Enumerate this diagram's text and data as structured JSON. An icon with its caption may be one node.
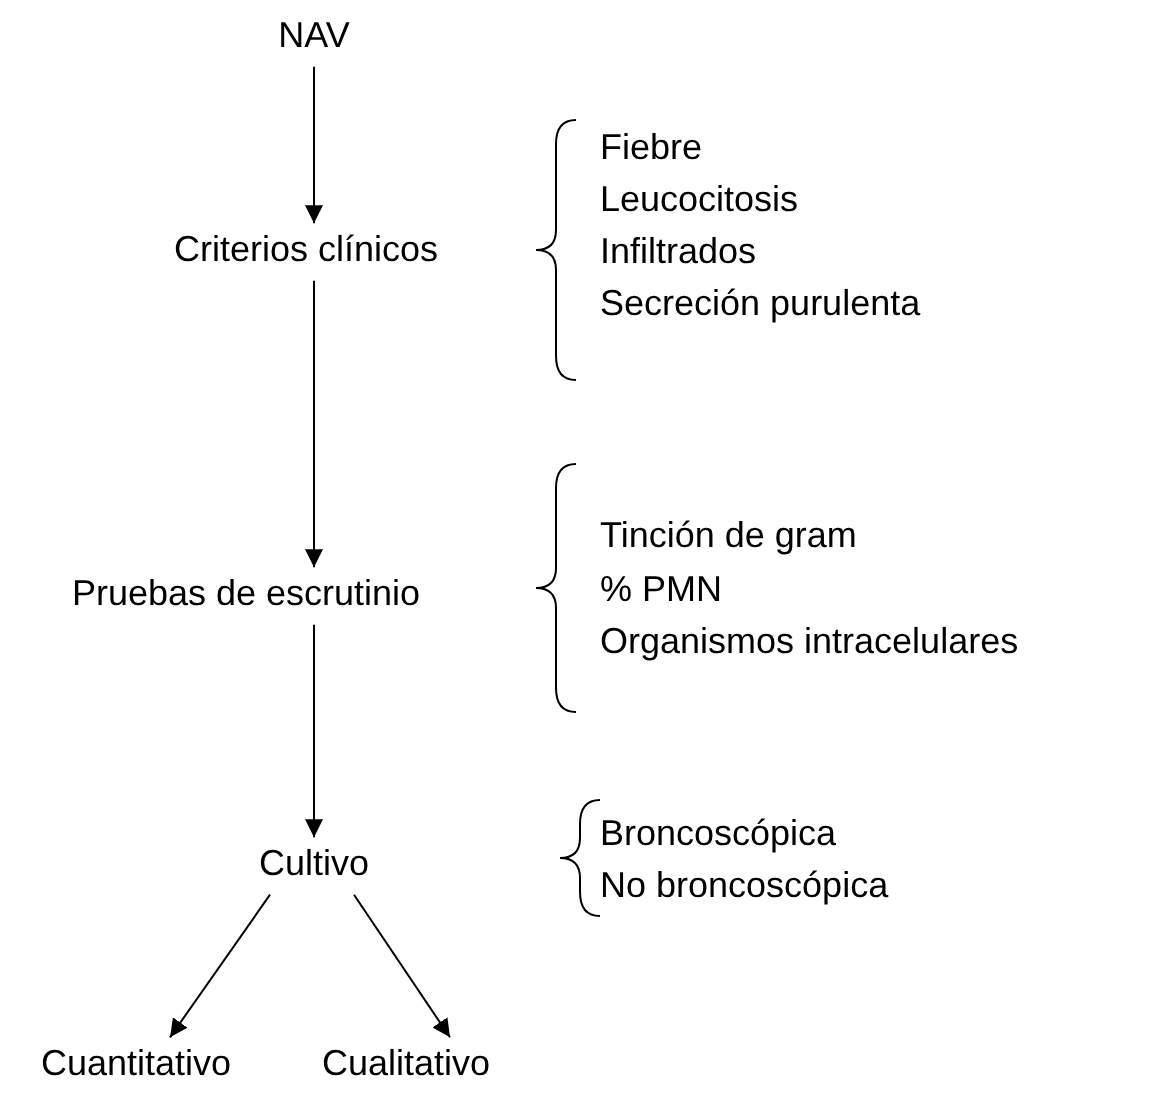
{
  "diagram": {
    "nodes": [
      {
        "text": [
          "NAV"
        ]
      },
      {
        "text": [
          "Criterios clínicos"
        ],
        "beside": [
          "Fiebre",
          "Leucocitosis",
          "Infiltrados",
          "Secreción purulenta"
        ]
      },
      {
        "text": [
          "Pruebas de escrutinio"
        ],
        "beside": [
          "Tinción de gram",
          "% PMN",
          "Organismos intracelulares"
        ]
      },
      {
        "text": [
          "Cultivo"
        ],
        "beside": [
          "Broncoscópica",
          "No broncoscópica"
        ]
      },
      {
        "text": [
          "Cuantitativo"
        ]
      },
      {
        "text": [
          "Cualitativo"
        ]
      }
    ],
    "edges": [
      {
        "from": 0,
        "to": 1,
        "arrow": "to"
      },
      {
        "from": 1,
        "to": 2,
        "arrow": "to"
      },
      {
        "from": 2,
        "to": 3,
        "arrow": "to"
      },
      {
        "from": 3,
        "to": 4,
        "arrow": "to"
      },
      {
        "from": 3,
        "to": 5,
        "arrow": "to"
      }
    ]
  }
}
